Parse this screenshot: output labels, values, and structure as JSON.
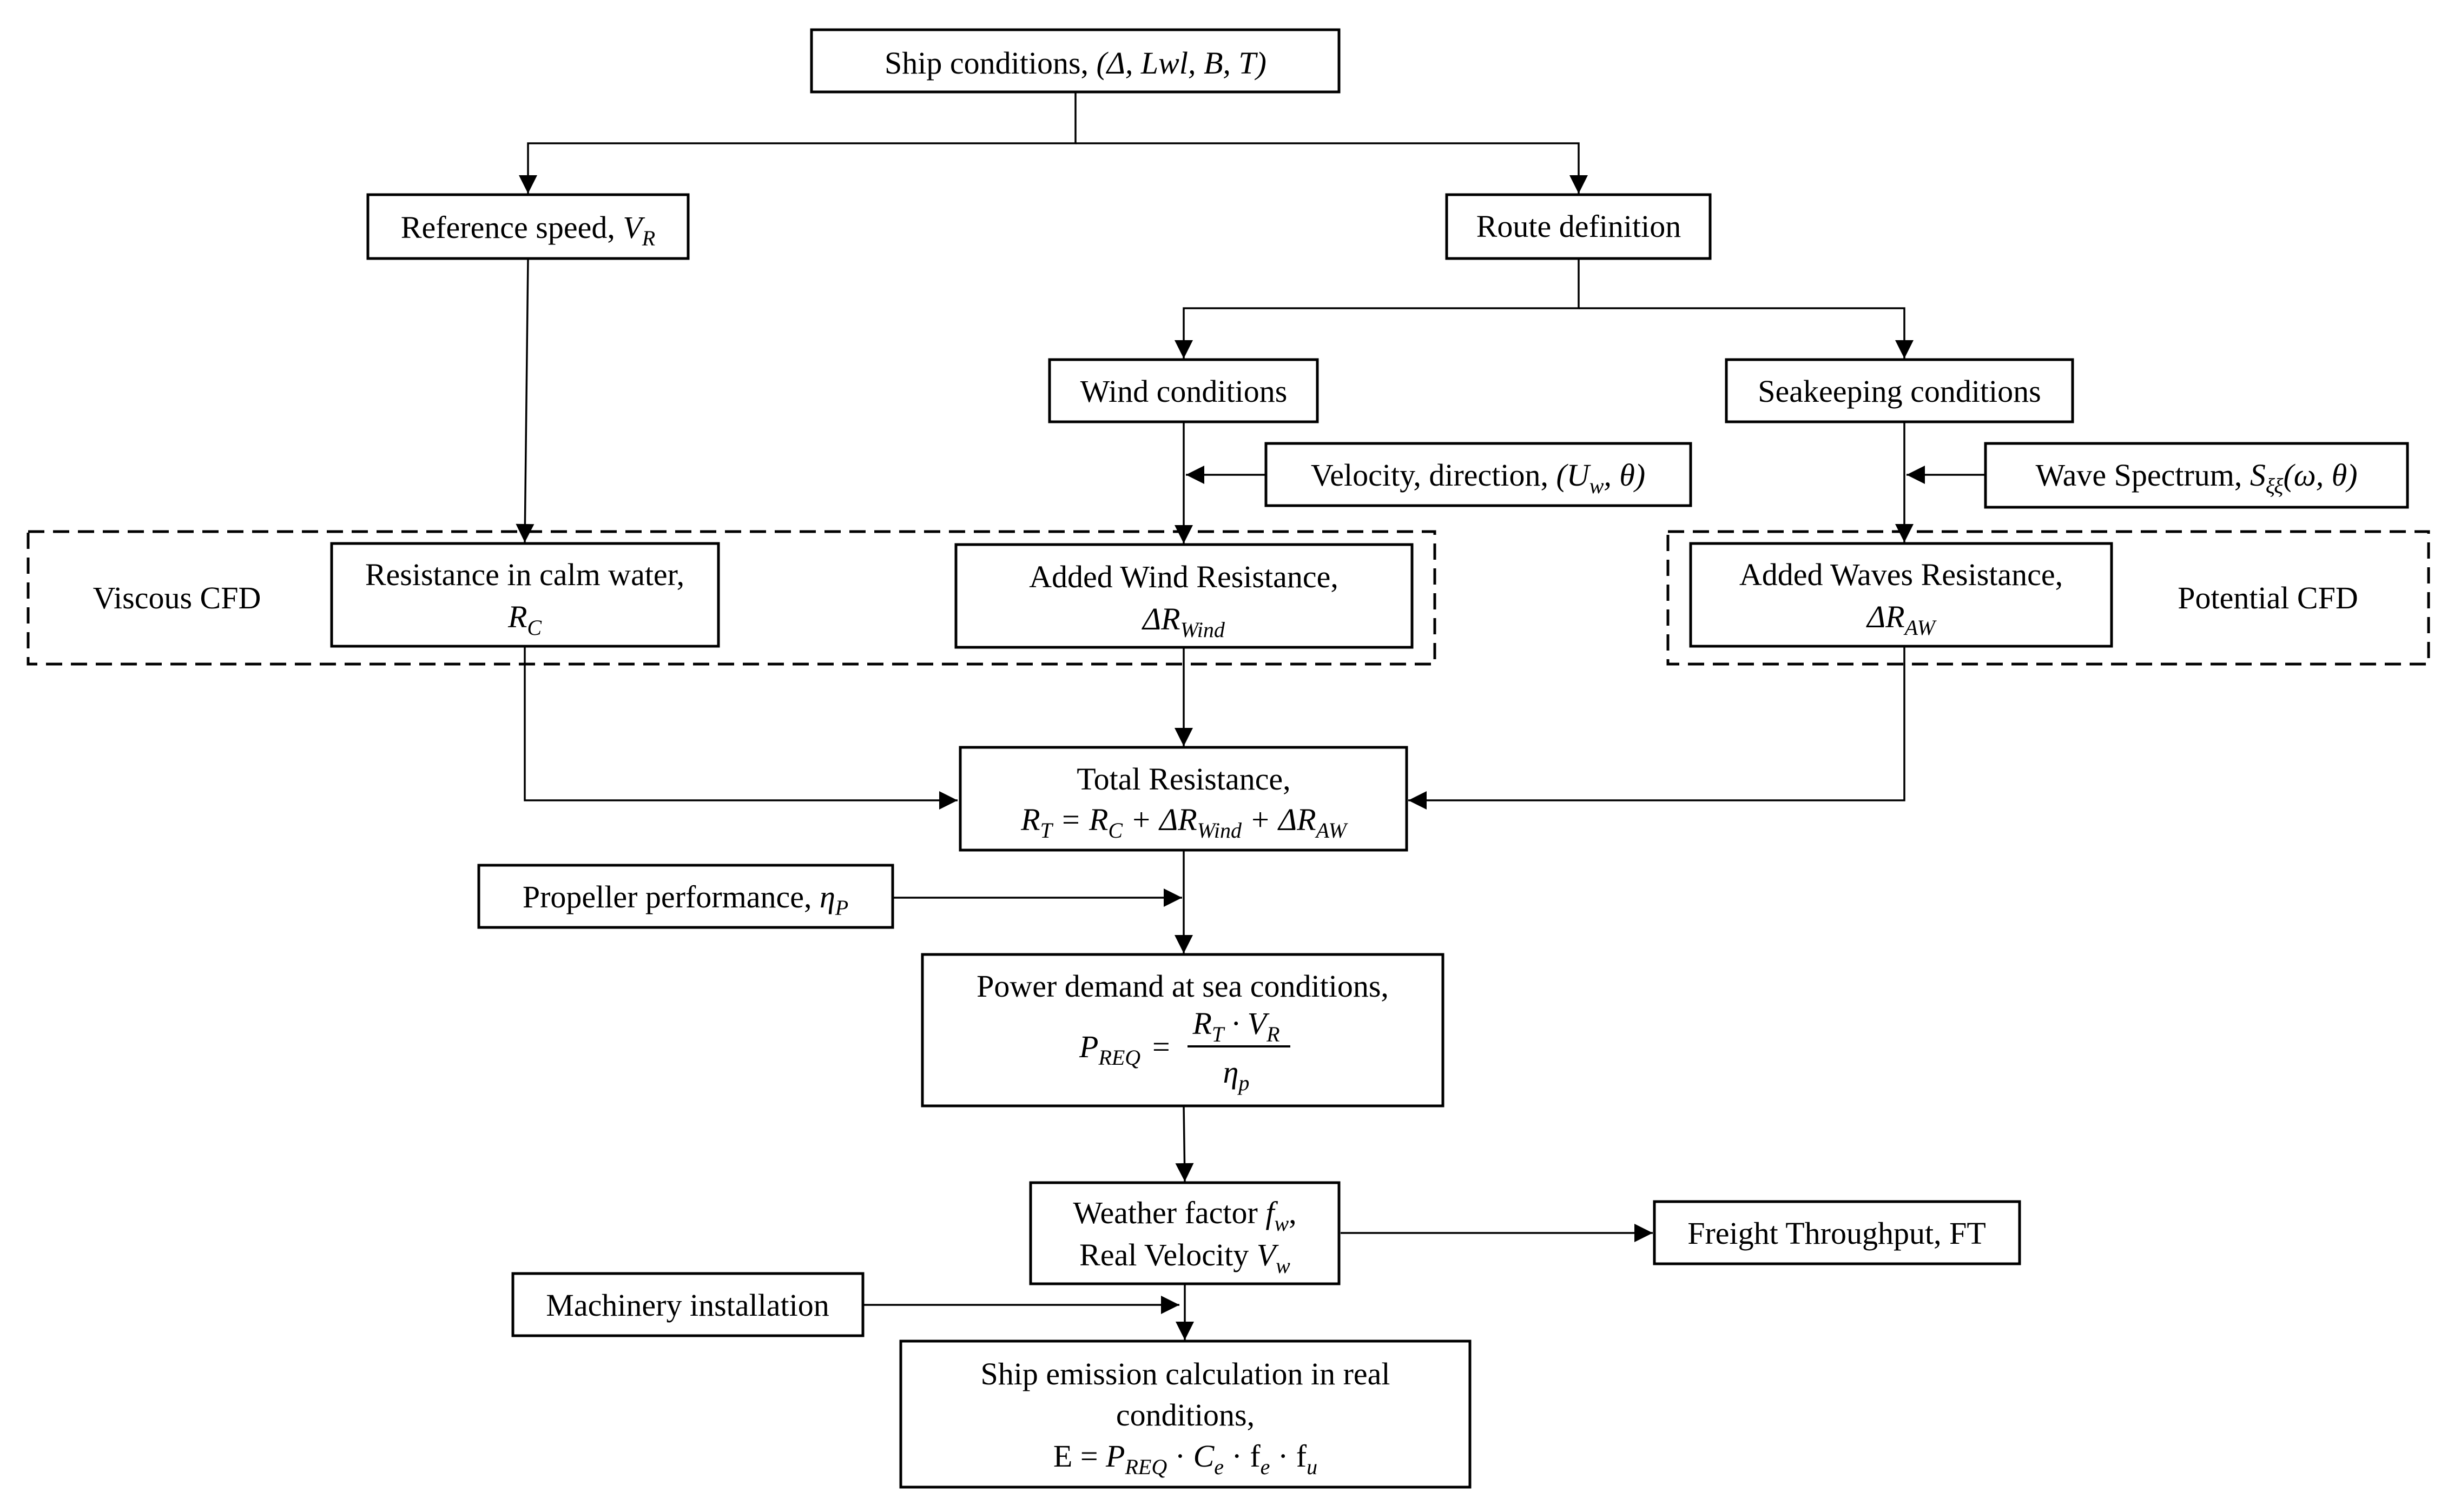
{
  "diagram": {
    "nodes": {
      "ship_conditions": {
        "label": "Ship conditions, ",
        "math": "(Δ, Lwl, B, T)"
      },
      "reference_speed": {
        "label": "Reference speed, ",
        "math": "V",
        "sub": "R"
      },
      "route_definition": {
        "label": "Route definition"
      },
      "wind_conditions": {
        "label": "Wind conditions"
      },
      "seakeeping_conditions": {
        "label": "Seakeeping conditions"
      },
      "velocity_direction": {
        "label": "Velocity,  direction, ",
        "math": "(U",
        "sub": "w",
        "math2": ", θ)"
      },
      "wave_spectrum": {
        "label": "Wave Spectrum, ",
        "math": "S",
        "sub": "ξξ",
        "math2": "(ω, θ)"
      },
      "viscous_cfd": {
        "label": "Viscous CFD"
      },
      "potential_cfd": {
        "label": "Potential CFD"
      },
      "calm_water": {
        "line1": "Resistance in calm water,",
        "math": "R",
        "sub": "C"
      },
      "added_wind": {
        "line1": "Added Wind Resistance,",
        "math": "ΔR",
        "sub": "Wind"
      },
      "added_waves": {
        "line1": "Added Waves Resistance,",
        "math": "ΔR",
        "sub": "AW"
      },
      "total_resistance": {
        "line1": "Total Resistance,",
        "eq": [
          "R",
          "T",
          " = R",
          "C",
          " + ΔR",
          "Wind",
          " + ΔR",
          "AW"
        ]
      },
      "propeller": {
        "label": "Propeller performance, ",
        "math": "η",
        "sub": "P"
      },
      "power_demand": {
        "line1": "Power demand at sea conditions,",
        "lhs": "P",
        "lhs_sub": "REQ",
        "eq_sign": "=",
        "num": [
          "R",
          "T",
          " · V",
          "R"
        ],
        "den": [
          "η",
          "p"
        ]
      },
      "weather_factor": {
        "line1": "Weather factor ",
        "math1": "f",
        "sub1": "w",
        "tail1": ",",
        "line2": "Real Velocity ",
        "math2": "V",
        "sub2": "w"
      },
      "freight": {
        "label": "Freight Throughput, FT"
      },
      "machinery": {
        "label": "Machinery installation"
      },
      "emission": {
        "line1": "Ship emission calculation  in real",
        "line2": "conditions,",
        "eq": [
          "E = ",
          "P",
          "REQ",
          " · ",
          "C",
          "e",
          " · f",
          "e",
          " · f",
          "u"
        ]
      }
    }
  }
}
